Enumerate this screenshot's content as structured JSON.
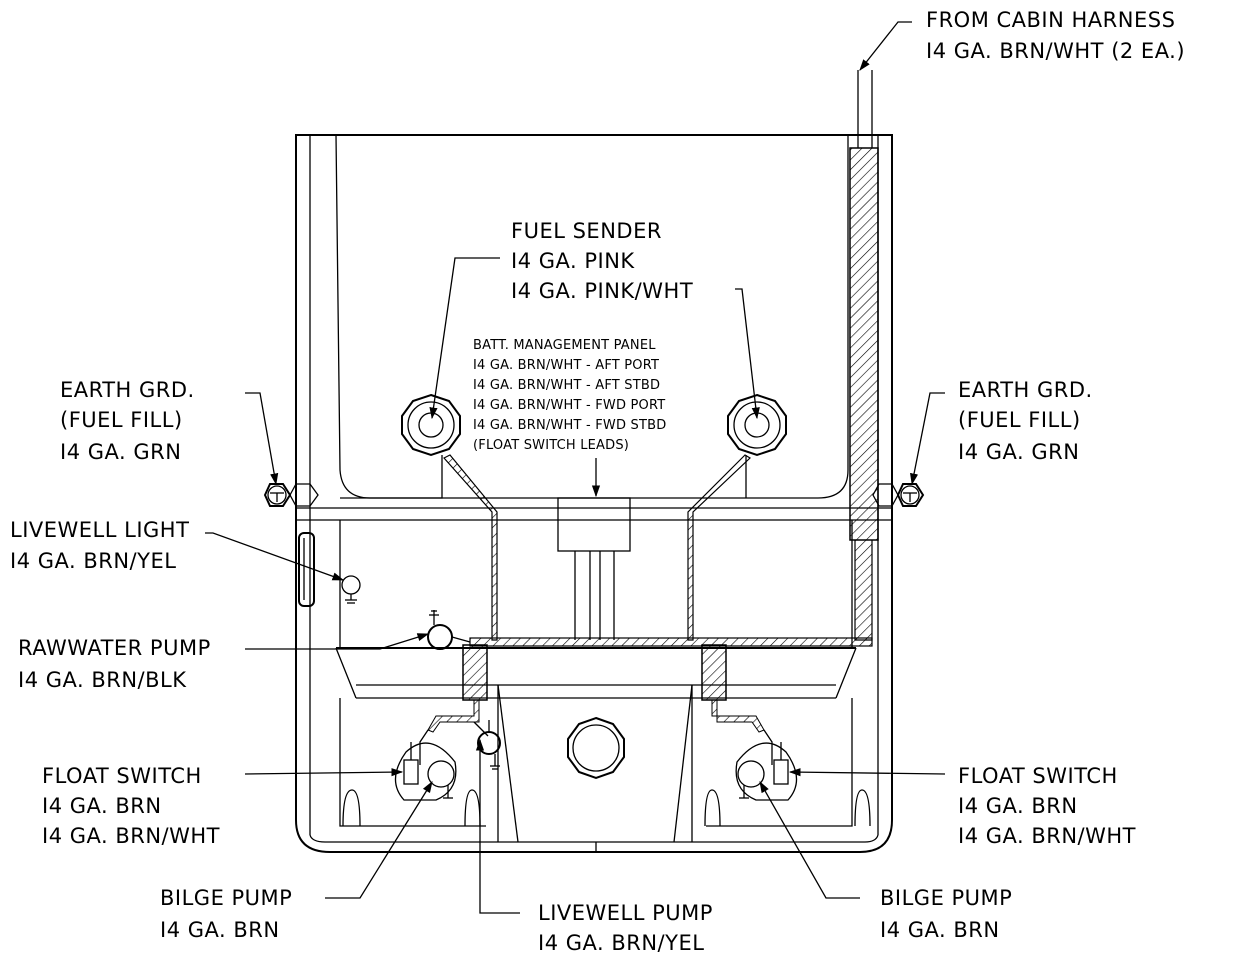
{
  "labels": {
    "cabin_harness": [
      "FROM CABIN HARNESS",
      "I4 GA. BRN/WHT (2 EA.)"
    ],
    "fuel_sender": [
      "FUEL SENDER",
      "I4 GA. PINK",
      "I4 GA. PINK/WHT"
    ],
    "batt_panel": [
      "BATT. MANAGEMENT PANEL",
      "I4 GA. BRN/WHT - AFT PORT",
      "I4 GA. BRN/WHT - AFT STBD",
      "I4 GA. BRN/WHT - FWD PORT",
      "I4 GA. BRN/WHT - FWD STBD",
      "(FLOAT SWITCH LEADS)"
    ],
    "earth_grd_left": [
      "EARTH GRD.",
      "(FUEL FILL)",
      "I4 GA. GRN"
    ],
    "earth_grd_right": [
      "EARTH GRD.",
      "(FUEL FILL)",
      "I4 GA. GRN"
    ],
    "livewell_light": [
      "LIVEWELL LIGHT",
      "I4 GA. BRN/YEL"
    ],
    "rawwater_pump": [
      "RAWWATER PUMP",
      "I4 GA. BRN/BLK"
    ],
    "float_switch_left": [
      "FLOAT SWITCH",
      "I4 GA. BRN",
      "I4 GA. BRN/WHT"
    ],
    "float_switch_right": [
      "FLOAT SWITCH",
      "I4 GA. BRN",
      "I4 GA. BRN/WHT"
    ],
    "bilge_pump_left": [
      "BILGE PUMP",
      "I4 GA. BRN"
    ],
    "bilge_pump_right": [
      "BILGE PUMP",
      "I4 GA. BRN"
    ],
    "livewell_pump": [
      "LIVEWELL PUMP",
      "I4 GA. BRN/YEL"
    ]
  }
}
